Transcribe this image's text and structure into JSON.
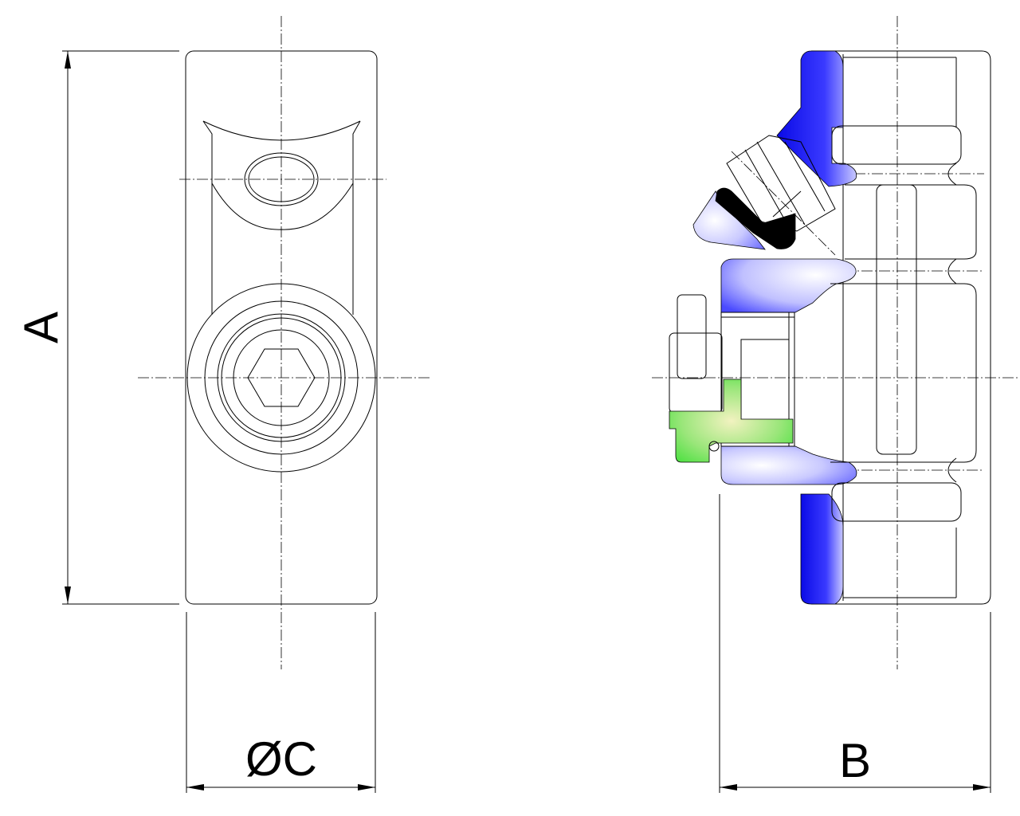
{
  "dimensions": {
    "height_label": "A",
    "length_label": "B",
    "diameter_label": "ØC"
  },
  "colors": {
    "body_section": "#1a1aff",
    "seal_section": "#000000",
    "stem_section": "#22dd22",
    "line": "#000000",
    "background": "#ffffff"
  }
}
